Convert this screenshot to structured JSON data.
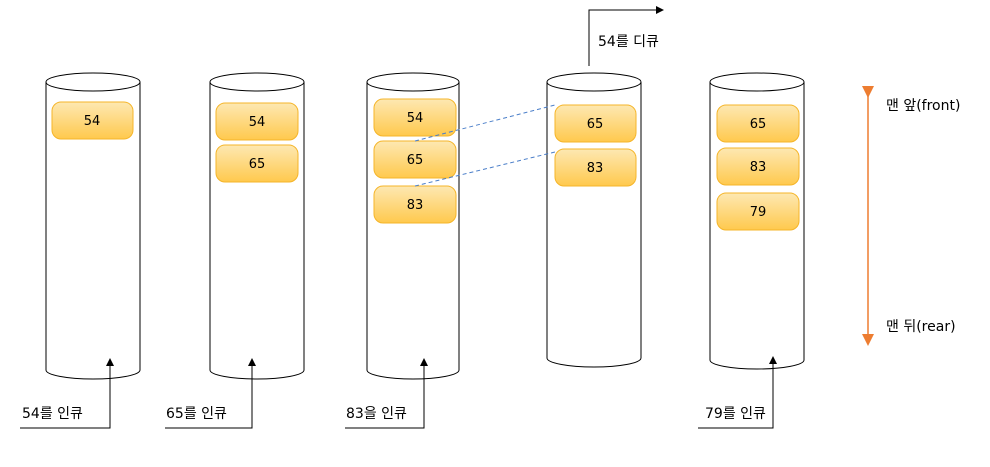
{
  "colors": {
    "box_fill_top": "#fde8b2",
    "box_fill_bottom": "#ffc94d",
    "box_stroke": "#f5b52a",
    "axis_arrow": "#ed7d31",
    "dashed_line": "#4a7ec9",
    "line": "#000000"
  },
  "stages": [
    {
      "items": [
        "54"
      ],
      "caption": "54를 인큐"
    },
    {
      "items": [
        "54",
        "65"
      ],
      "caption": "65를 인큐"
    },
    {
      "items": [
        "54",
        "65",
        "83"
      ],
      "caption": "83을 인큐"
    },
    {
      "items": [
        "65",
        "83"
      ],
      "caption": "54를 디큐"
    },
    {
      "items": [
        "65",
        "83",
        "79"
      ],
      "caption": "79를 인큐"
    }
  ],
  "axis": {
    "front_label": "맨 앞(front)",
    "rear_label": "맨 뒤(rear)"
  }
}
